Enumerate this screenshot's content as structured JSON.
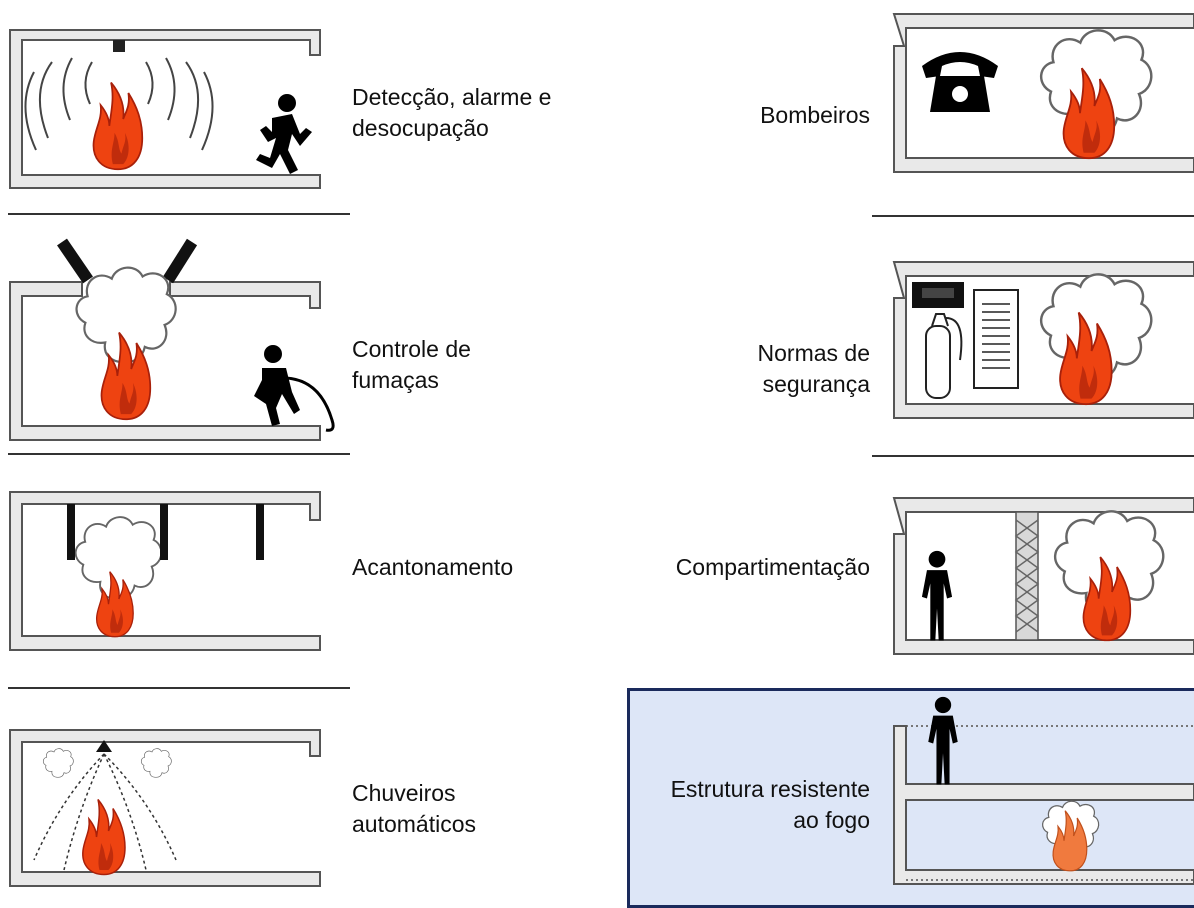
{
  "measures": {
    "left": [
      {
        "id": "deteccao",
        "label": "Detecção, alarme e\ndesocupação",
        "icons": [
          "ceiling-detector-icon",
          "sound-wave-icon",
          "flame-icon",
          "running-person-icon"
        ]
      },
      {
        "id": "fumacas",
        "label": "Controle de\nfumaças",
        "icons": [
          "roof-vent-icon",
          "smoke-icon",
          "flame-icon",
          "firefighter-hose-icon"
        ]
      },
      {
        "id": "acantonamento",
        "label": "Acantonamento",
        "icons": [
          "smoke-curtain-icon",
          "smoke-icon",
          "flame-icon"
        ]
      },
      {
        "id": "chuveiros",
        "label": "Chuveiros\nautomáticos",
        "icons": [
          "sprinkler-icon",
          "water-spray-icon",
          "smoke-icon",
          "flame-icon"
        ]
      }
    ],
    "right": [
      {
        "id": "bombeiros",
        "label": "Bombeiros",
        "icons": [
          "telephone-icon",
          "smoke-icon",
          "flame-icon"
        ]
      },
      {
        "id": "normas",
        "label": "Normas de\nsegurança",
        "icons": [
          "emergency-light-icon",
          "fire-extinguisher-icon",
          "safety-sign-icon",
          "smoke-icon",
          "flame-icon"
        ]
      },
      {
        "id": "compartimentacao",
        "label": "Compartimentação",
        "icons": [
          "person-icon",
          "fire-wall-icon",
          "smoke-icon",
          "flame-icon"
        ]
      },
      {
        "id": "estrutura",
        "label": "Estrutura resistente\nao fogo",
        "selected": true,
        "icons": [
          "person-icon",
          "floor-slab-icon",
          "smoke-icon",
          "flame-icon"
        ]
      }
    ]
  },
  "colors": {
    "flame": "#ee4311",
    "flame_dark": "#a8200a",
    "flame_selected": "#f07a3e",
    "wall_fill": "#e9e9e9",
    "wall_stroke": "#555555",
    "separator": "#333333",
    "selection_fill": "#dde6f7",
    "selection_border": "#1a2a5c"
  }
}
